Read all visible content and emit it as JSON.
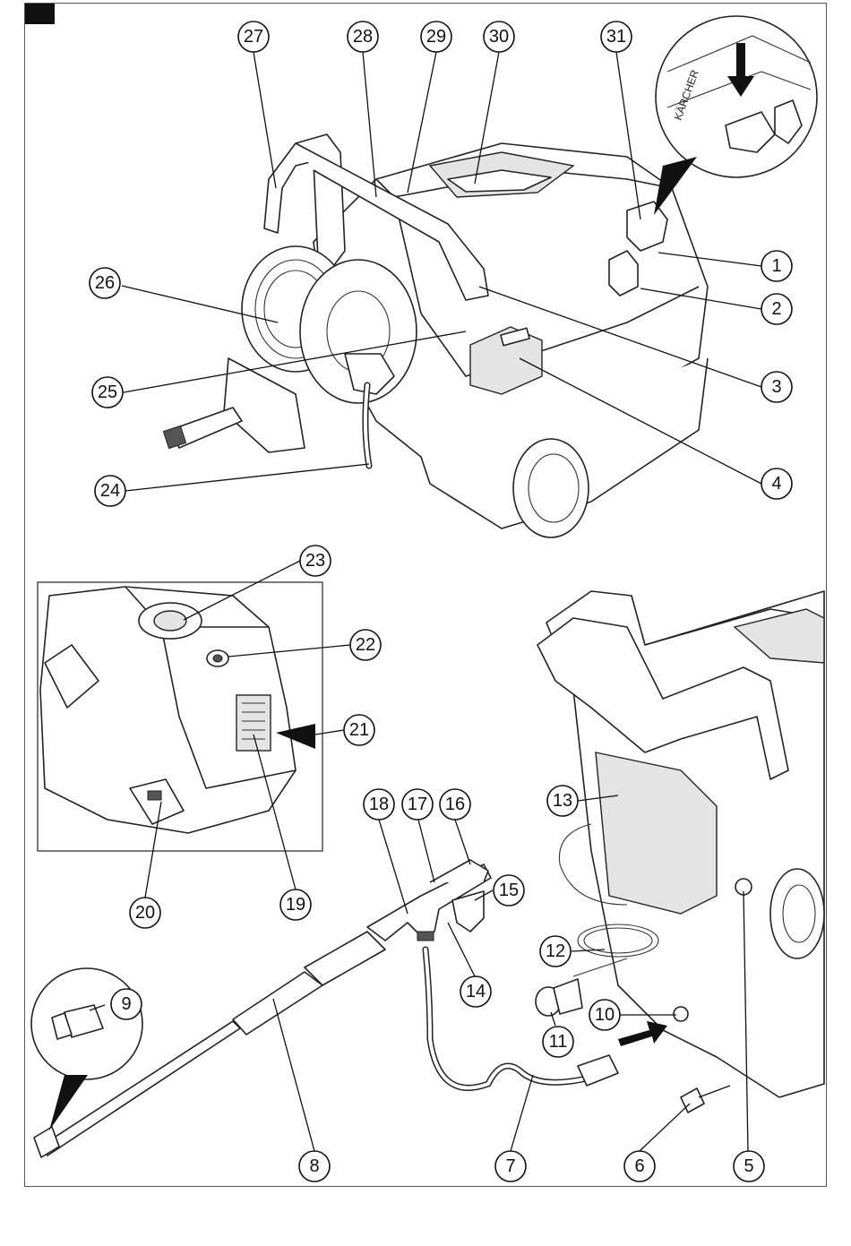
{
  "figure": {
    "callouts": [
      {
        "id": "c1",
        "label": "1"
      },
      {
        "id": "c2",
        "label": "2"
      },
      {
        "id": "c3",
        "label": "3"
      },
      {
        "id": "c4",
        "label": "4"
      },
      {
        "id": "c5",
        "label": "5"
      },
      {
        "id": "c6",
        "label": "6"
      },
      {
        "id": "c7",
        "label": "7"
      },
      {
        "id": "c8",
        "label": "8"
      },
      {
        "id": "c9",
        "label": "9"
      },
      {
        "id": "c10",
        "label": "10"
      },
      {
        "id": "c11",
        "label": "11"
      },
      {
        "id": "c12",
        "label": "12"
      },
      {
        "id": "c13",
        "label": "13"
      },
      {
        "id": "c14",
        "label": "14"
      },
      {
        "id": "c15",
        "label": "15"
      },
      {
        "id": "c16",
        "label": "16"
      },
      {
        "id": "c17",
        "label": "17"
      },
      {
        "id": "c18",
        "label": "18"
      },
      {
        "id": "c19",
        "label": "19"
      },
      {
        "id": "c20",
        "label": "20"
      },
      {
        "id": "c21",
        "label": "21"
      },
      {
        "id": "c22",
        "label": "22"
      },
      {
        "id": "c23",
        "label": "23"
      },
      {
        "id": "c24",
        "label": "24"
      },
      {
        "id": "c25",
        "label": "25"
      },
      {
        "id": "c26",
        "label": "26"
      },
      {
        "id": "c27",
        "label": "27"
      },
      {
        "id": "c28",
        "label": "28"
      },
      {
        "id": "c29",
        "label": "29"
      },
      {
        "id": "c30",
        "label": "30"
      },
      {
        "id": "c31",
        "label": "31"
      }
    ],
    "brand_text": "KÄRCHER",
    "colors": {
      "line": "#111111",
      "background": "#ffffff",
      "tab": "#111111"
    }
  }
}
